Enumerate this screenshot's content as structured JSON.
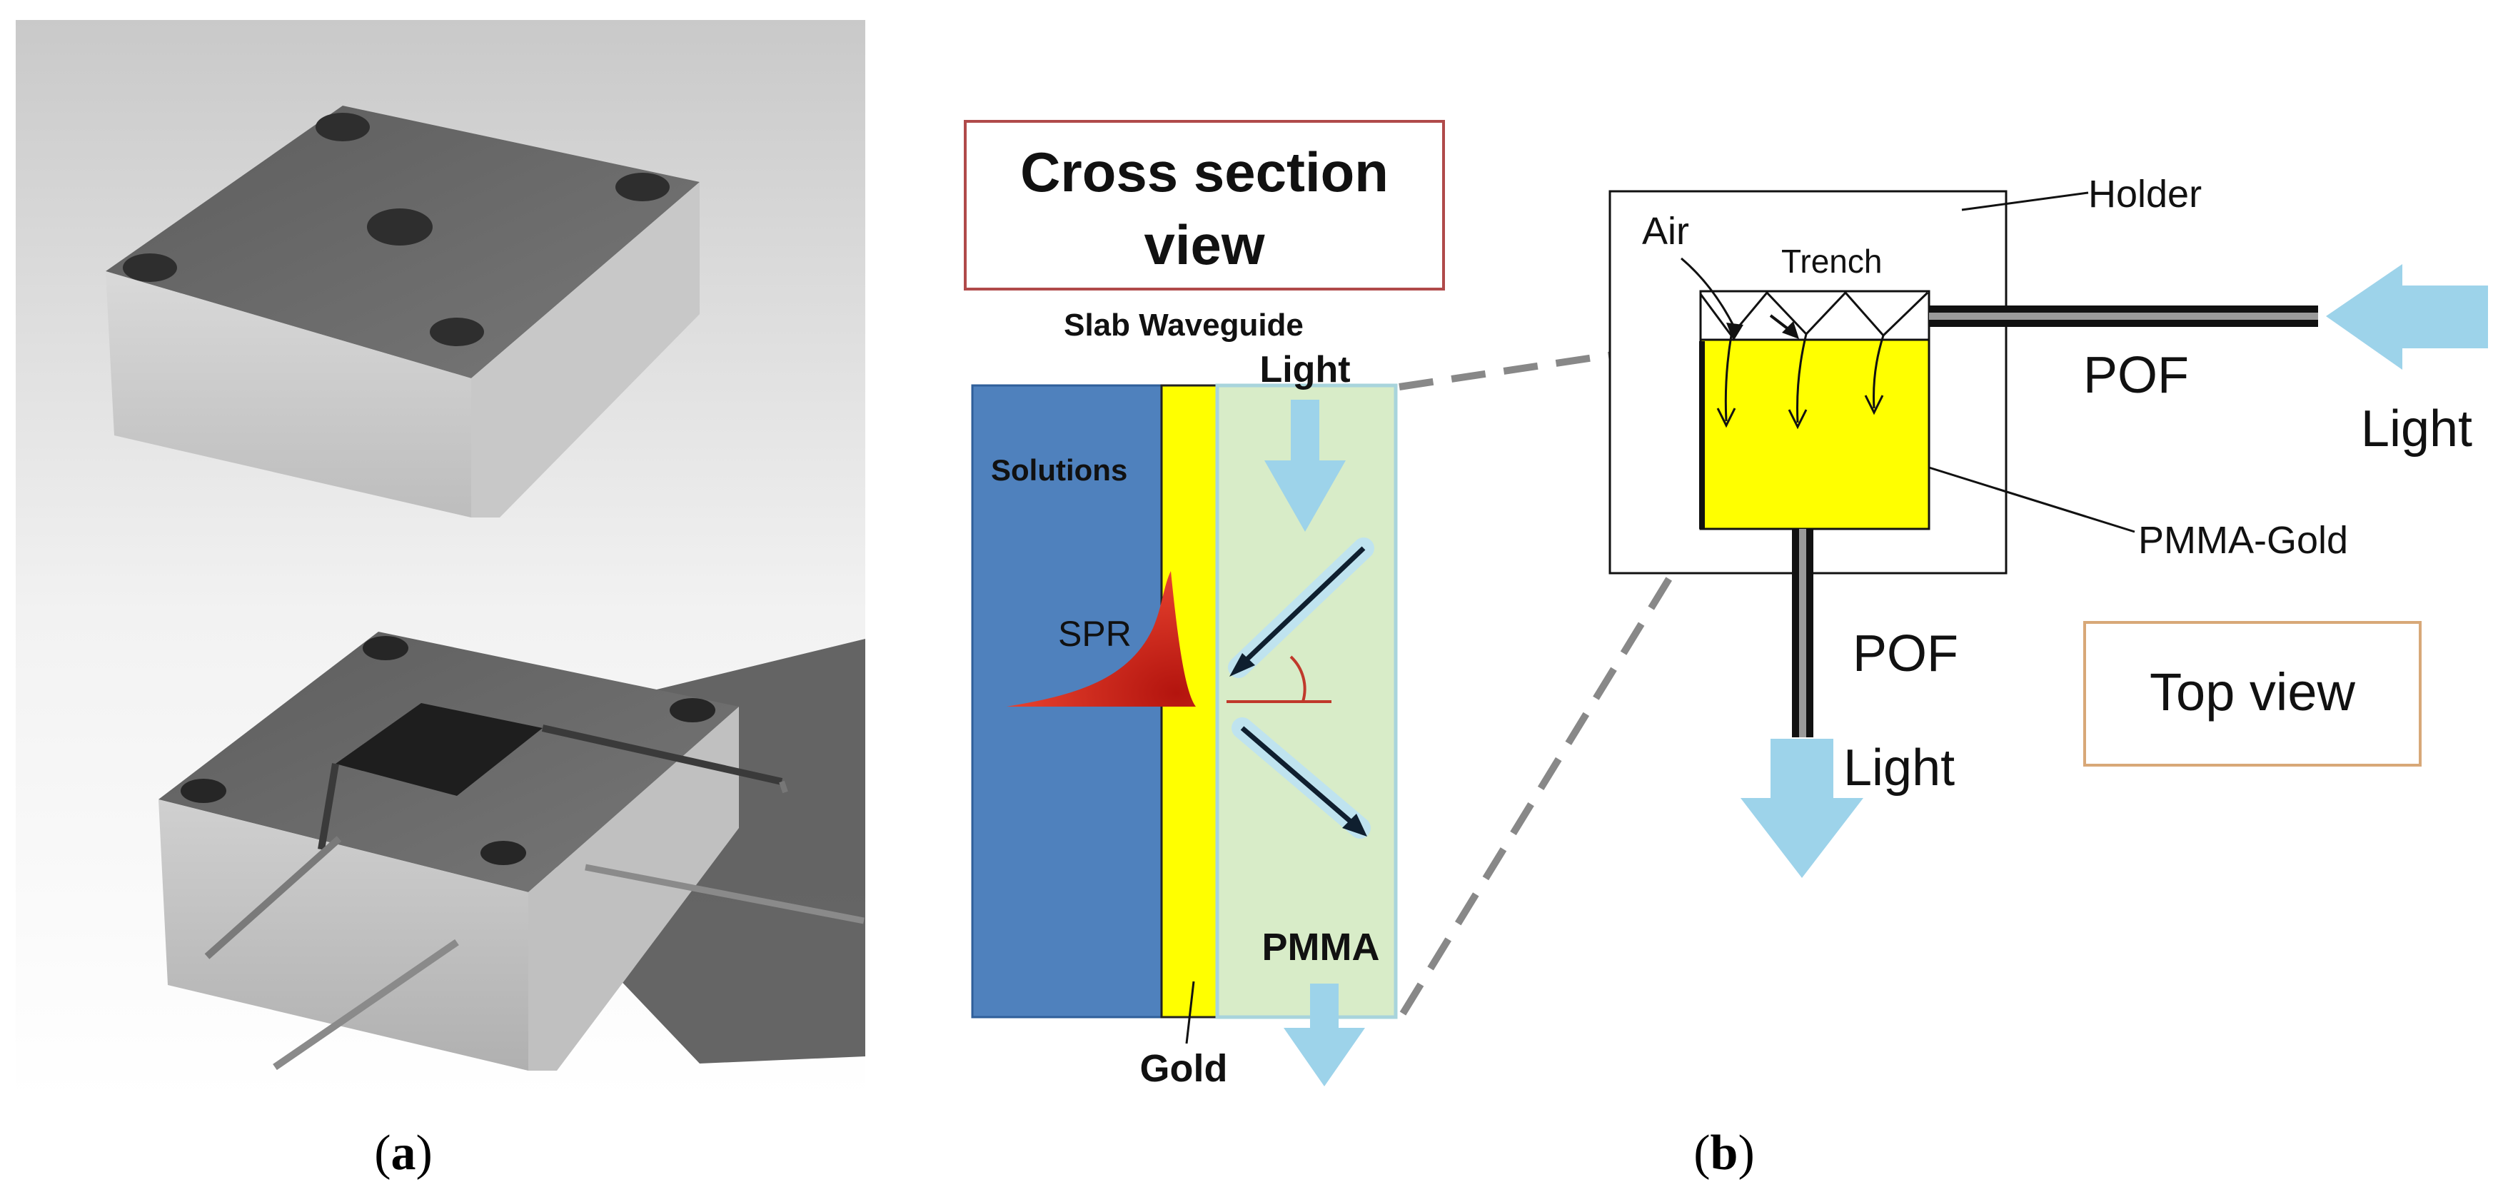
{
  "panel_a": {
    "caption_open": "(",
    "caption_letter": "a",
    "caption_close": ")"
  },
  "panel_b": {
    "caption_open": "(",
    "caption_letter": "b",
    "caption_close": ")",
    "cross_section": {
      "title_line1": "Cross section",
      "title_line2": "view",
      "slab_label": "Slab Waveguide",
      "light_top": "Light",
      "solutions": "Solutions",
      "spr": "SPR",
      "pmma": "PMMA",
      "gold": "Gold"
    },
    "top_view": {
      "holder": "Holder",
      "air": "Air",
      "trench": "Trench",
      "pof_right": "POF",
      "light_right": "Light",
      "pmma_gold": "PMMA-Gold",
      "pof_bottom": "POF",
      "top_view_box": "Top view",
      "light_bottom": "Light"
    }
  },
  "colors": {
    "solutions_blue": "#4f81bd",
    "gold_yellow": "#ffff00",
    "pmma_green": "#d8ecc8",
    "arrow_blue": "#9dd3ea",
    "spr_red": "#d9261c",
    "title_box_border": "#b04a4a",
    "topview_box_border": "#d8a878"
  }
}
